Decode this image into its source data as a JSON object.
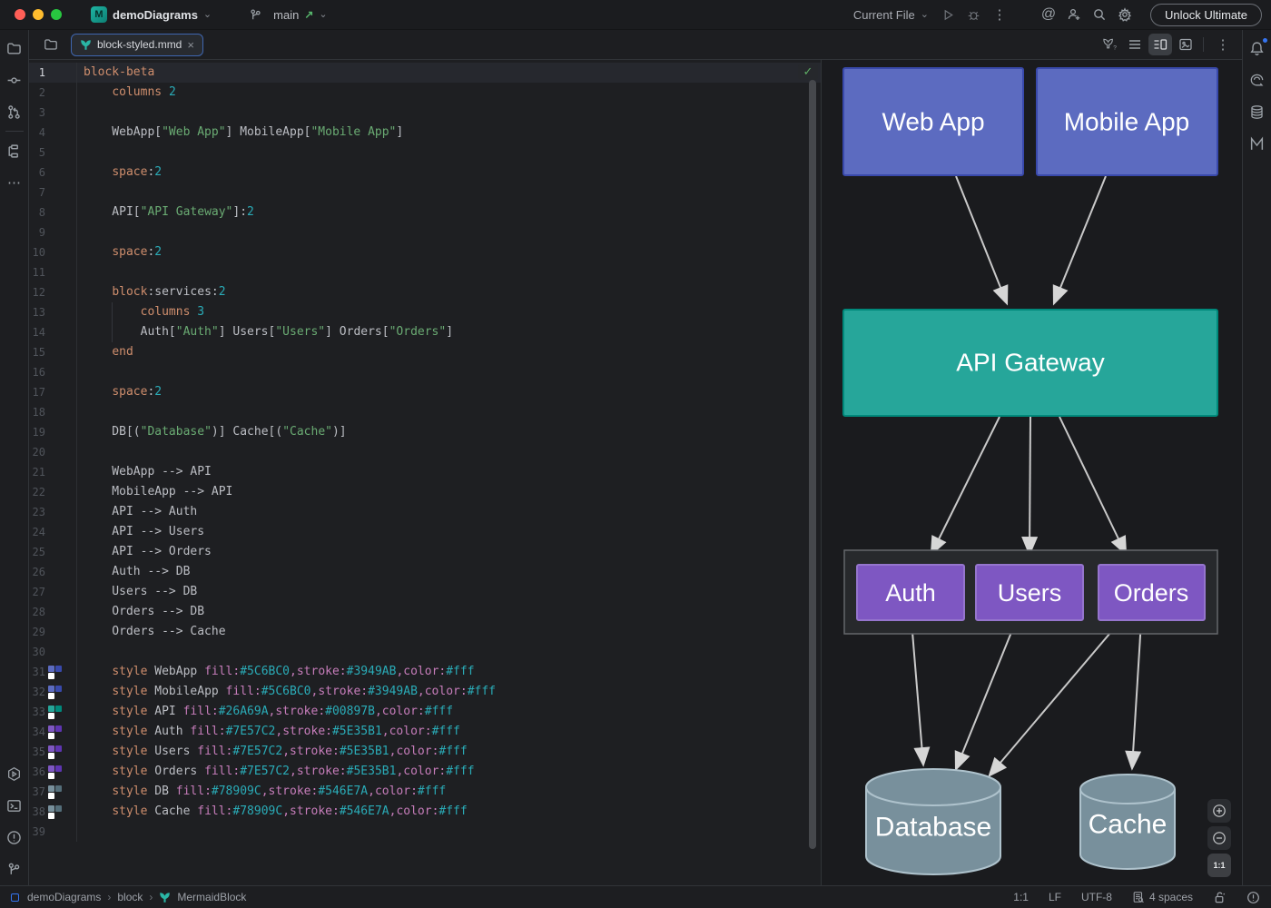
{
  "colors": {
    "accent": "#3574F0",
    "tab_border": "#3f66b0",
    "check_green": "#5fad65",
    "mermaid_teal": "#2AB5A5",
    "traffic": [
      "#FF5F57",
      "#FEBC2E",
      "#28C840"
    ]
  },
  "icons": {
    "close": "×",
    "chevron_down": "⌄",
    "kebab": "⋮",
    "more": "⋯",
    "check": "✓",
    "breadcrumb_sep": "›",
    "arrow_upright": "↗",
    "ai_at": "@"
  },
  "titlebar": {
    "project": "demoDiagrams",
    "branch": "main",
    "run_config": "Current File",
    "unlock_label": "Unlock Ultimate"
  },
  "tabs": [
    {
      "label": "block-styled.mmd"
    }
  ],
  "editor": {
    "inspection_ok": "✓",
    "lines": [
      {
        "n": 1,
        "a": true,
        "t": [
          [
            "k",
            "block-beta"
          ]
        ]
      },
      {
        "n": 2,
        "t": [
          [
            "p",
            "    "
          ],
          [
            "k",
            "columns"
          ],
          [
            "p",
            " "
          ],
          [
            "n",
            "2"
          ]
        ]
      },
      {
        "n": 3,
        "t": []
      },
      {
        "n": 4,
        "t": [
          [
            "p",
            "    WebApp["
          ],
          [
            "s",
            "\"Web App\""
          ],
          [
            "p",
            "] MobileApp["
          ],
          [
            "s",
            "\"Mobile App\""
          ],
          [
            "p",
            "]"
          ]
        ]
      },
      {
        "n": 5,
        "t": []
      },
      {
        "n": 6,
        "t": [
          [
            "p",
            "    "
          ],
          [
            "k",
            "space"
          ],
          [
            "p",
            ":"
          ],
          [
            "n",
            "2"
          ]
        ]
      },
      {
        "n": 7,
        "t": []
      },
      {
        "n": 8,
        "t": [
          [
            "p",
            "    API["
          ],
          [
            "s",
            "\"API Gateway\""
          ],
          [
            "p",
            "]:"
          ],
          [
            "n",
            "2"
          ]
        ]
      },
      {
        "n": 9,
        "t": []
      },
      {
        "n": 10,
        "t": [
          [
            "p",
            "    "
          ],
          [
            "k",
            "space"
          ],
          [
            "p",
            ":"
          ],
          [
            "n",
            "2"
          ]
        ]
      },
      {
        "n": 11,
        "t": []
      },
      {
        "n": 12,
        "t": [
          [
            "p",
            "    "
          ],
          [
            "k",
            "block"
          ],
          [
            "p",
            ":services:"
          ],
          [
            "n",
            "2"
          ]
        ]
      },
      {
        "n": 13,
        "g": true,
        "t": [
          [
            "p",
            "        "
          ],
          [
            "k",
            "columns"
          ],
          [
            "p",
            " "
          ],
          [
            "n",
            "3"
          ]
        ]
      },
      {
        "n": 14,
        "g": true,
        "t": [
          [
            "p",
            "        Auth["
          ],
          [
            "s",
            "\"Auth\""
          ],
          [
            "p",
            "] Users["
          ],
          [
            "s",
            "\"Users\""
          ],
          [
            "p",
            "] Orders["
          ],
          [
            "s",
            "\"Orders\""
          ],
          [
            "p",
            "]"
          ]
        ]
      },
      {
        "n": 15,
        "t": [
          [
            "p",
            "    "
          ],
          [
            "k",
            "end"
          ]
        ]
      },
      {
        "n": 16,
        "t": []
      },
      {
        "n": 17,
        "t": [
          [
            "p",
            "    "
          ],
          [
            "k",
            "space"
          ],
          [
            "p",
            ":"
          ],
          [
            "n",
            "2"
          ]
        ]
      },
      {
        "n": 18,
        "t": []
      },
      {
        "n": 19,
        "t": [
          [
            "p",
            "    DB[("
          ],
          [
            "s",
            "\"Database\""
          ],
          [
            "p",
            ")] Cache[("
          ],
          [
            "s",
            "\"Cache\""
          ],
          [
            "p",
            ")]"
          ]
        ]
      },
      {
        "n": 20,
        "t": []
      },
      {
        "n": 21,
        "t": [
          [
            "p",
            "    WebApp --> API"
          ]
        ]
      },
      {
        "n": 22,
        "t": [
          [
            "p",
            "    MobileApp --> API"
          ]
        ]
      },
      {
        "n": 23,
        "t": [
          [
            "p",
            "    API --> Auth"
          ]
        ]
      },
      {
        "n": 24,
        "t": [
          [
            "p",
            "    API --> Users"
          ]
        ]
      },
      {
        "n": 25,
        "t": [
          [
            "p",
            "    API --> Orders"
          ]
        ]
      },
      {
        "n": 26,
        "t": [
          [
            "p",
            "    Auth --> DB"
          ]
        ]
      },
      {
        "n": 27,
        "t": [
          [
            "p",
            "    Users --> DB"
          ]
        ]
      },
      {
        "n": 28,
        "t": [
          [
            "p",
            "    Orders --> DB"
          ]
        ]
      },
      {
        "n": 29,
        "t": [
          [
            "p",
            "    Orders --> Cache"
          ]
        ]
      },
      {
        "n": 30,
        "t": []
      },
      {
        "n": 31,
        "sw": [
          "#5C6BC0",
          "#3949AB",
          "#FFFFFF"
        ],
        "t": [
          [
            "p",
            "    "
          ],
          [
            "k",
            "style"
          ],
          [
            "p",
            " WebApp "
          ],
          [
            "a",
            "fill:"
          ],
          [
            "h",
            "#5C6BC0"
          ],
          [
            "d",
            ","
          ],
          [
            "a",
            "stroke:"
          ],
          [
            "h",
            "#3949AB"
          ],
          [
            "d",
            ","
          ],
          [
            "a",
            "color:"
          ],
          [
            "h",
            "#fff"
          ]
        ]
      },
      {
        "n": 32,
        "sw": [
          "#5C6BC0",
          "#3949AB",
          "#FFFFFF"
        ],
        "t": [
          [
            "p",
            "    "
          ],
          [
            "k",
            "style"
          ],
          [
            "p",
            " MobileApp "
          ],
          [
            "a",
            "fill:"
          ],
          [
            "h",
            "#5C6BC0"
          ],
          [
            "d",
            ","
          ],
          [
            "a",
            "stroke:"
          ],
          [
            "h",
            "#3949AB"
          ],
          [
            "d",
            ","
          ],
          [
            "a",
            "color:"
          ],
          [
            "h",
            "#fff"
          ]
        ]
      },
      {
        "n": 33,
        "sw": [
          "#26A69A",
          "#00897B",
          "#FFFFFF"
        ],
        "t": [
          [
            "p",
            "    "
          ],
          [
            "k",
            "style"
          ],
          [
            "p",
            " API "
          ],
          [
            "a",
            "fill:"
          ],
          [
            "h",
            "#26A69A"
          ],
          [
            "d",
            ","
          ],
          [
            "a",
            "stroke:"
          ],
          [
            "h",
            "#00897B"
          ],
          [
            "d",
            ","
          ],
          [
            "a",
            "color:"
          ],
          [
            "h",
            "#fff"
          ]
        ]
      },
      {
        "n": 34,
        "sw": [
          "#7E57C2",
          "#5E35B1",
          "#FFFFFF"
        ],
        "t": [
          [
            "p",
            "    "
          ],
          [
            "k",
            "style"
          ],
          [
            "p",
            " Auth "
          ],
          [
            "a",
            "fill:"
          ],
          [
            "h",
            "#7E57C2"
          ],
          [
            "d",
            ","
          ],
          [
            "a",
            "stroke:"
          ],
          [
            "h",
            "#5E35B1"
          ],
          [
            "d",
            ","
          ],
          [
            "a",
            "color:"
          ],
          [
            "h",
            "#fff"
          ]
        ]
      },
      {
        "n": 35,
        "sw": [
          "#7E57C2",
          "#5E35B1",
          "#FFFFFF"
        ],
        "t": [
          [
            "p",
            "    "
          ],
          [
            "k",
            "style"
          ],
          [
            "p",
            " Users "
          ],
          [
            "a",
            "fill:"
          ],
          [
            "h",
            "#7E57C2"
          ],
          [
            "d",
            ","
          ],
          [
            "a",
            "stroke:"
          ],
          [
            "h",
            "#5E35B1"
          ],
          [
            "d",
            ","
          ],
          [
            "a",
            "color:"
          ],
          [
            "h",
            "#fff"
          ]
        ]
      },
      {
        "n": 36,
        "sw": [
          "#7E57C2",
          "#5E35B1",
          "#FFFFFF"
        ],
        "t": [
          [
            "p",
            "    "
          ],
          [
            "k",
            "style"
          ],
          [
            "p",
            " Orders "
          ],
          [
            "a",
            "fill:"
          ],
          [
            "h",
            "#7E57C2"
          ],
          [
            "d",
            ","
          ],
          [
            "a",
            "stroke:"
          ],
          [
            "h",
            "#5E35B1"
          ],
          [
            "d",
            ","
          ],
          [
            "a",
            "color:"
          ],
          [
            "h",
            "#fff"
          ]
        ]
      },
      {
        "n": 37,
        "sw": [
          "#78909C",
          "#546E7A",
          "#FFFFFF"
        ],
        "t": [
          [
            "p",
            "    "
          ],
          [
            "k",
            "style"
          ],
          [
            "p",
            " DB "
          ],
          [
            "a",
            "fill:"
          ],
          [
            "h",
            "#78909C"
          ],
          [
            "d",
            ","
          ],
          [
            "a",
            "stroke:"
          ],
          [
            "h",
            "#546E7A"
          ],
          [
            "d",
            ","
          ],
          [
            "a",
            "color:"
          ],
          [
            "h",
            "#fff"
          ]
        ]
      },
      {
        "n": 38,
        "sw": [
          "#78909C",
          "#546E7A",
          "#FFFFFF"
        ],
        "t": [
          [
            "p",
            "    "
          ],
          [
            "k",
            "style"
          ],
          [
            "p",
            " Cache "
          ],
          [
            "a",
            "fill:"
          ],
          [
            "h",
            "#78909C"
          ],
          [
            "d",
            ","
          ],
          [
            "a",
            "stroke:"
          ],
          [
            "h",
            "#546E7A"
          ],
          [
            "d",
            ","
          ],
          [
            "a",
            "color:"
          ],
          [
            "h",
            "#fff"
          ]
        ]
      },
      {
        "n": 39,
        "t": []
      }
    ]
  },
  "diagram": {
    "nodes": [
      {
        "id": "WebApp",
        "label": "Web App",
        "fill": "#5C6BC0",
        "stroke": "#3949AB",
        "text_color": "#fff"
      },
      {
        "id": "MobileApp",
        "label": "Mobile App",
        "fill": "#5C6BC0",
        "stroke": "#3949AB",
        "text_color": "#fff"
      },
      {
        "id": "API",
        "label": "API Gateway",
        "fill": "#26A69A",
        "stroke": "#00897B",
        "text_color": "#fff"
      },
      {
        "id": "Auth",
        "label": "Auth",
        "fill": "#7E57C2",
        "stroke": "#9575CD",
        "text_color": "#fff"
      },
      {
        "id": "Users",
        "label": "Users",
        "fill": "#7E57C2",
        "stroke": "#9575CD",
        "text_color": "#fff"
      },
      {
        "id": "Orders",
        "label": "Orders",
        "fill": "#7E57C2",
        "stroke": "#9575CD",
        "text_color": "#fff"
      },
      {
        "id": "DB",
        "label": "Database",
        "fill": "#78909C",
        "stroke": "#AEC2CC",
        "text_color": "#fff"
      },
      {
        "id": "Cache",
        "label": "Cache",
        "fill": "#78909C",
        "stroke": "#AEC2CC",
        "text_color": "#fff"
      }
    ],
    "edges": [
      {
        "from": "WebApp",
        "to": "API"
      },
      {
        "from": "MobileApp",
        "to": "API"
      },
      {
        "from": "API",
        "to": "Auth"
      },
      {
        "from": "API",
        "to": "Users"
      },
      {
        "from": "API",
        "to": "Orders"
      },
      {
        "from": "Auth",
        "to": "DB"
      },
      {
        "from": "Users",
        "to": "DB"
      },
      {
        "from": "Orders",
        "to": "DB"
      },
      {
        "from": "Orders",
        "to": "Cache"
      }
    ]
  },
  "preview_controls": {
    "zoom_reset": "1:1"
  },
  "statusbar": {
    "breadcrumbs": [
      "demoDiagrams",
      "block",
      "MermaidBlock"
    ],
    "position": "1:1",
    "eol": "LF",
    "encoding": "UTF-8",
    "indent": "4 spaces"
  }
}
